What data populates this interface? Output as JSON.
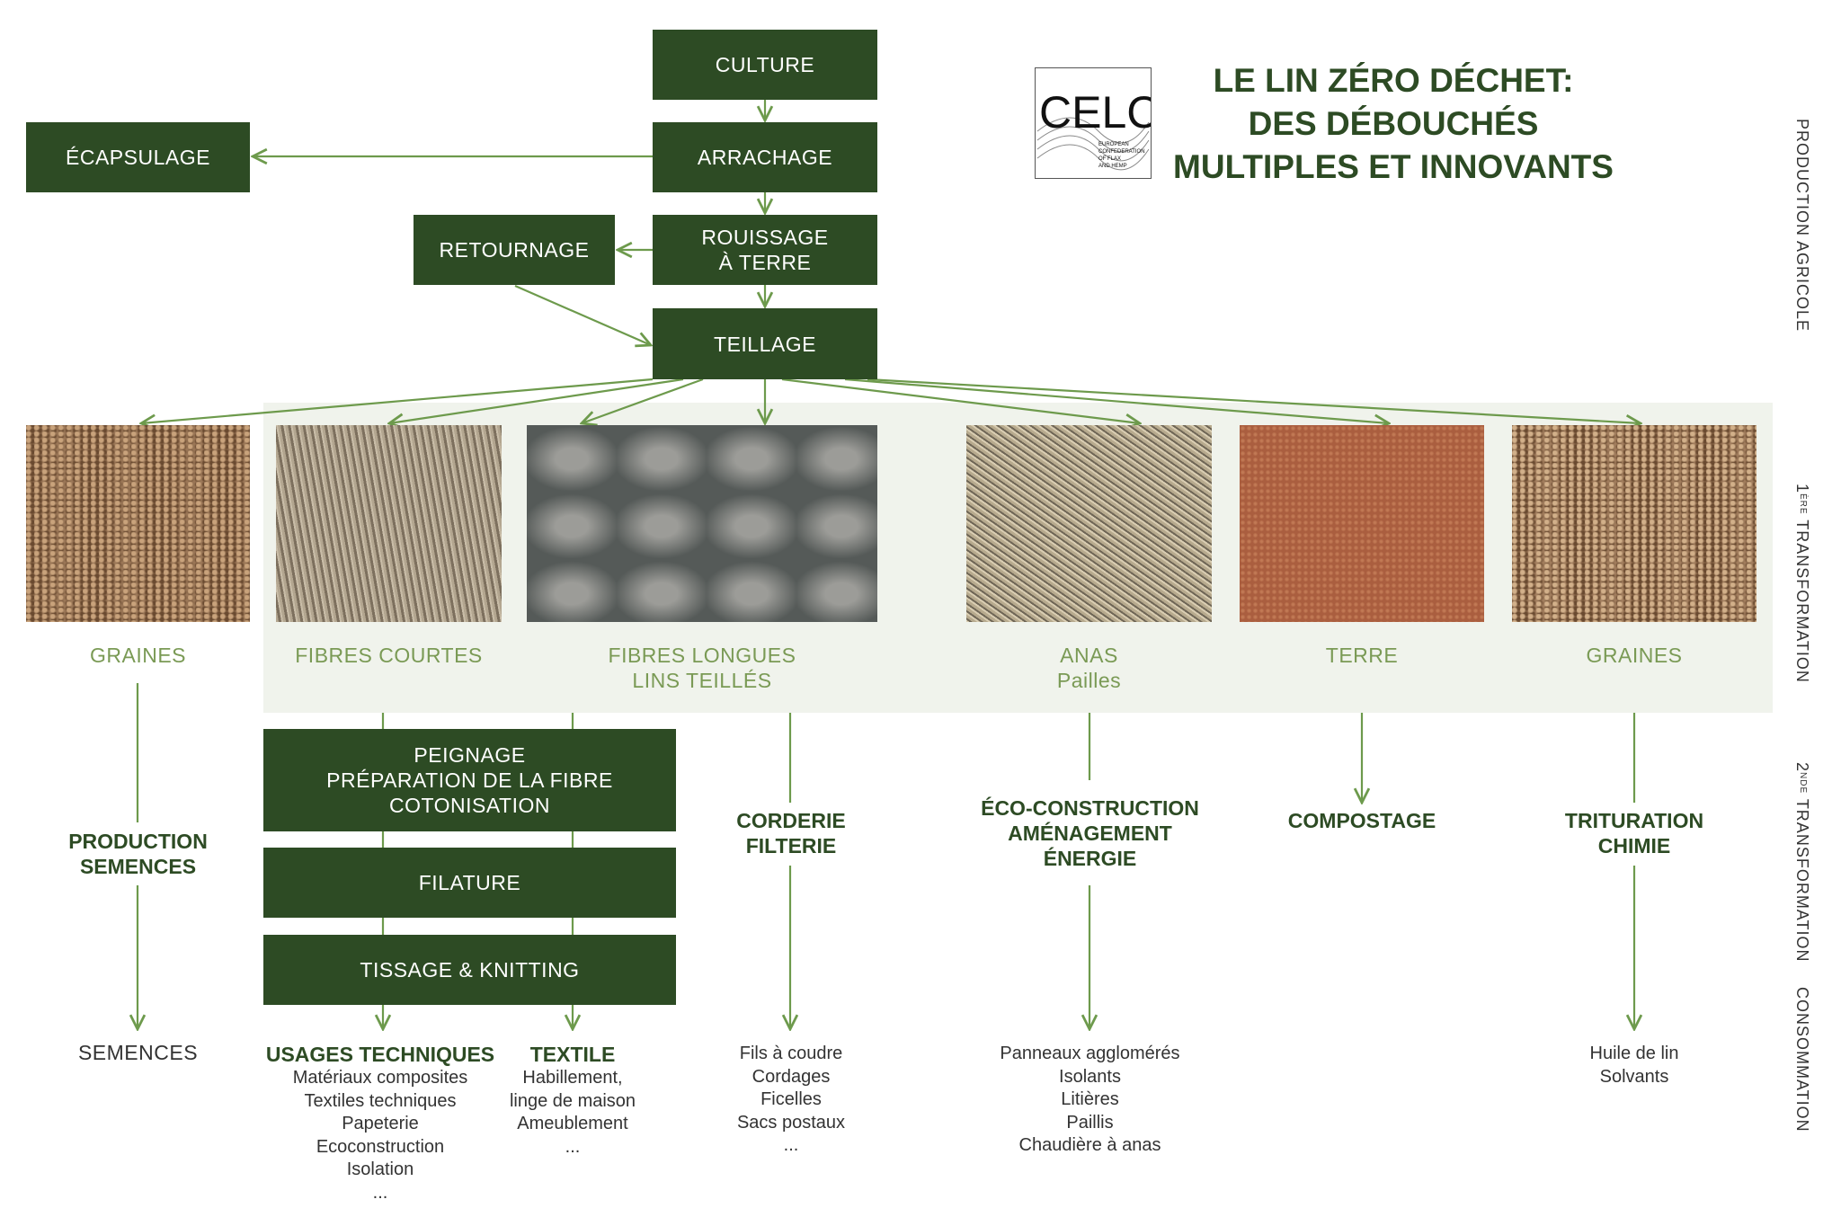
{
  "title": {
    "line1": "LE LIN ZÉRO DÉCHET:",
    "line2": "DES DÉBOUCHÉS",
    "line3": "MULTIPLES ET INNOVANTS"
  },
  "logo": {
    "name": "CELC",
    "subtitle": "EUROPEAN CONFEDERATION OF FLAX AND HEMP"
  },
  "stages": {
    "production": "PRODUCTION AGRICOLE",
    "first_sup": "ÈRE",
    "first": "1",
    "first_rest": " TRANSFORMATION",
    "second": "2",
    "second_sup": "NDE",
    "second_rest": " TRANSFORMATION",
    "consumption": "CONSOMMATION"
  },
  "process": {
    "culture": "CULTURE",
    "arrachage": "ARRACHAGE",
    "ecapsulage": "ÉCAPSULAGE",
    "retournage": "RETOURNAGE",
    "rouissage": "ROUISSAGE\nÀ TERRE",
    "teillage": "TEILLAGE",
    "peignage": "PEIGNAGE\nPRÉPARATION DE LA FIBRE\nCOTONISATION",
    "filature": "FILATURE",
    "tissage": "TISSAGE & KNITTING"
  },
  "products": [
    {
      "label": "GRAINES",
      "sub": ""
    },
    {
      "label": "FIBRES COURTES",
      "sub": ""
    },
    {
      "label": "FIBRES LONGUES",
      "sub": "LINS TEILLÉS"
    },
    {
      "label": "ANAS",
      "sub": "Pailles"
    },
    {
      "label": "TERRE",
      "sub": ""
    },
    {
      "label": "GRAINES",
      "sub": ""
    }
  ],
  "secondary": {
    "semences": "PRODUCTION\nSEMENCES",
    "corderie": "CORDERIE\nFILTERIE",
    "eco": "ÉCO-CONSTRUCTION\nAMÉNAGEMENT\nÉNERGIE",
    "compostage": "COMPOSTAGE",
    "trituration": "TRITURATION\nCHIMIE"
  },
  "uses": {
    "semences": "SEMENCES",
    "techniques": {
      "title": "USAGES TECHNIQUES",
      "items": [
        "Matériaux composites",
        "Textiles techniques",
        "Papeterie",
        "Ecoconstruction",
        "Isolation",
        "..."
      ]
    },
    "textile": {
      "title": "TEXTILE",
      "items": [
        "Habillement,",
        "linge de maison",
        "Ameublement",
        "..."
      ]
    },
    "corderie": [
      "Fils à coudre",
      "Cordages",
      "Ficelles",
      "Sacs postaux",
      "..."
    ],
    "eco": [
      "Panneaux agglomérés",
      "Isolants",
      "Litières",
      "Paillis",
      "Chaudière à anas"
    ],
    "trituration": [
      "Huile de lin",
      "Solvants"
    ]
  }
}
